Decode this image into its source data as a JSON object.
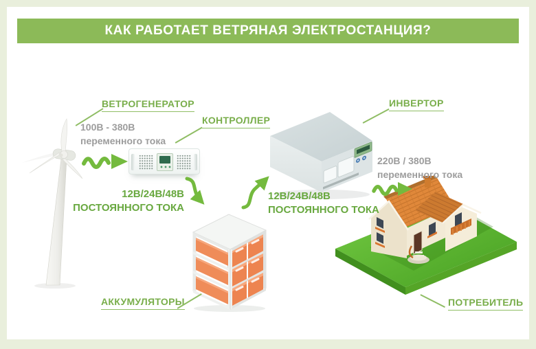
{
  "header": {
    "title": "КАК РАБОТАЕТ ВЕТРЯНАЯ ЭЛЕКТРОСТАНЦИЯ?"
  },
  "labels": {
    "wind_generator": "ВЕТРОГЕНЕРАТОР",
    "controller": "КОНТРОЛЛЕР",
    "inverter": "ИНВЕРТОР",
    "batteries": "АККУМУЛЯТОРЫ",
    "consumer": "ПОТРЕБИТЕЛЬ"
  },
  "annotations": {
    "turbine_output": {
      "line1": "100В - 380В",
      "line2": "переменного тока"
    },
    "controller_output": {
      "line1": "12В/24В/48В",
      "line2": "ПОСТОЯННОГО ТОКА"
    },
    "battery_output": {
      "line1": "12В/24В/48В",
      "line2": "ПОСТОЯННОГО ТОКА"
    },
    "inverter_output": {
      "line1": "220В / 380В",
      "line2": "переменного тока"
    }
  },
  "illustrations": {
    "wind_turbine": "wind-turbine",
    "charge_controller": "charge-controller-device",
    "battery_bank": "battery-rack",
    "inverter": "inverter-device",
    "house": "consumer-house"
  },
  "colors": {
    "header_bg": "#8cba58",
    "label_green": "#79ae4b",
    "dc_text_green": "#68a83f",
    "arrow_green": "#74ba3e",
    "muted_text": "#9c9c9c",
    "battery_orange": "#ee8450",
    "roof_orange": "#e0883a",
    "lawn_green": "#56b32c",
    "frame_bg": "#e9efdc"
  }
}
